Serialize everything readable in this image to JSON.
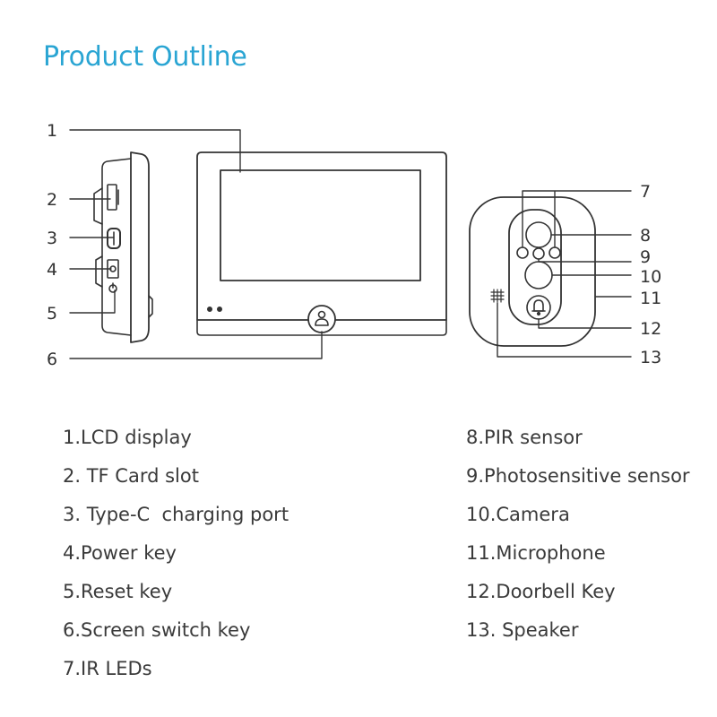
{
  "title": "Product Outline",
  "callouts": [
    "1",
    "2",
    "3",
    "4",
    "5",
    "6",
    "7",
    "8",
    "9",
    "10",
    "11",
    "12",
    "13"
  ],
  "legend_left": [
    "1.LCD display",
    "2. TF Card slot",
    "3. Type-C  charging port",
    "4.Power key",
    "5.Reset key",
    "6.Screen switch key",
    "7.IR LEDs"
  ],
  "legend_right": [
    "8.PIR sensor",
    "9.Photosensitive sensor",
    "10.Camera",
    "11.Microphone",
    "12.Doorbell Key",
    "13. Speaker"
  ],
  "colors": {
    "title": "#2aa5d3",
    "line": "#333333",
    "text": "#3a3a3a"
  }
}
